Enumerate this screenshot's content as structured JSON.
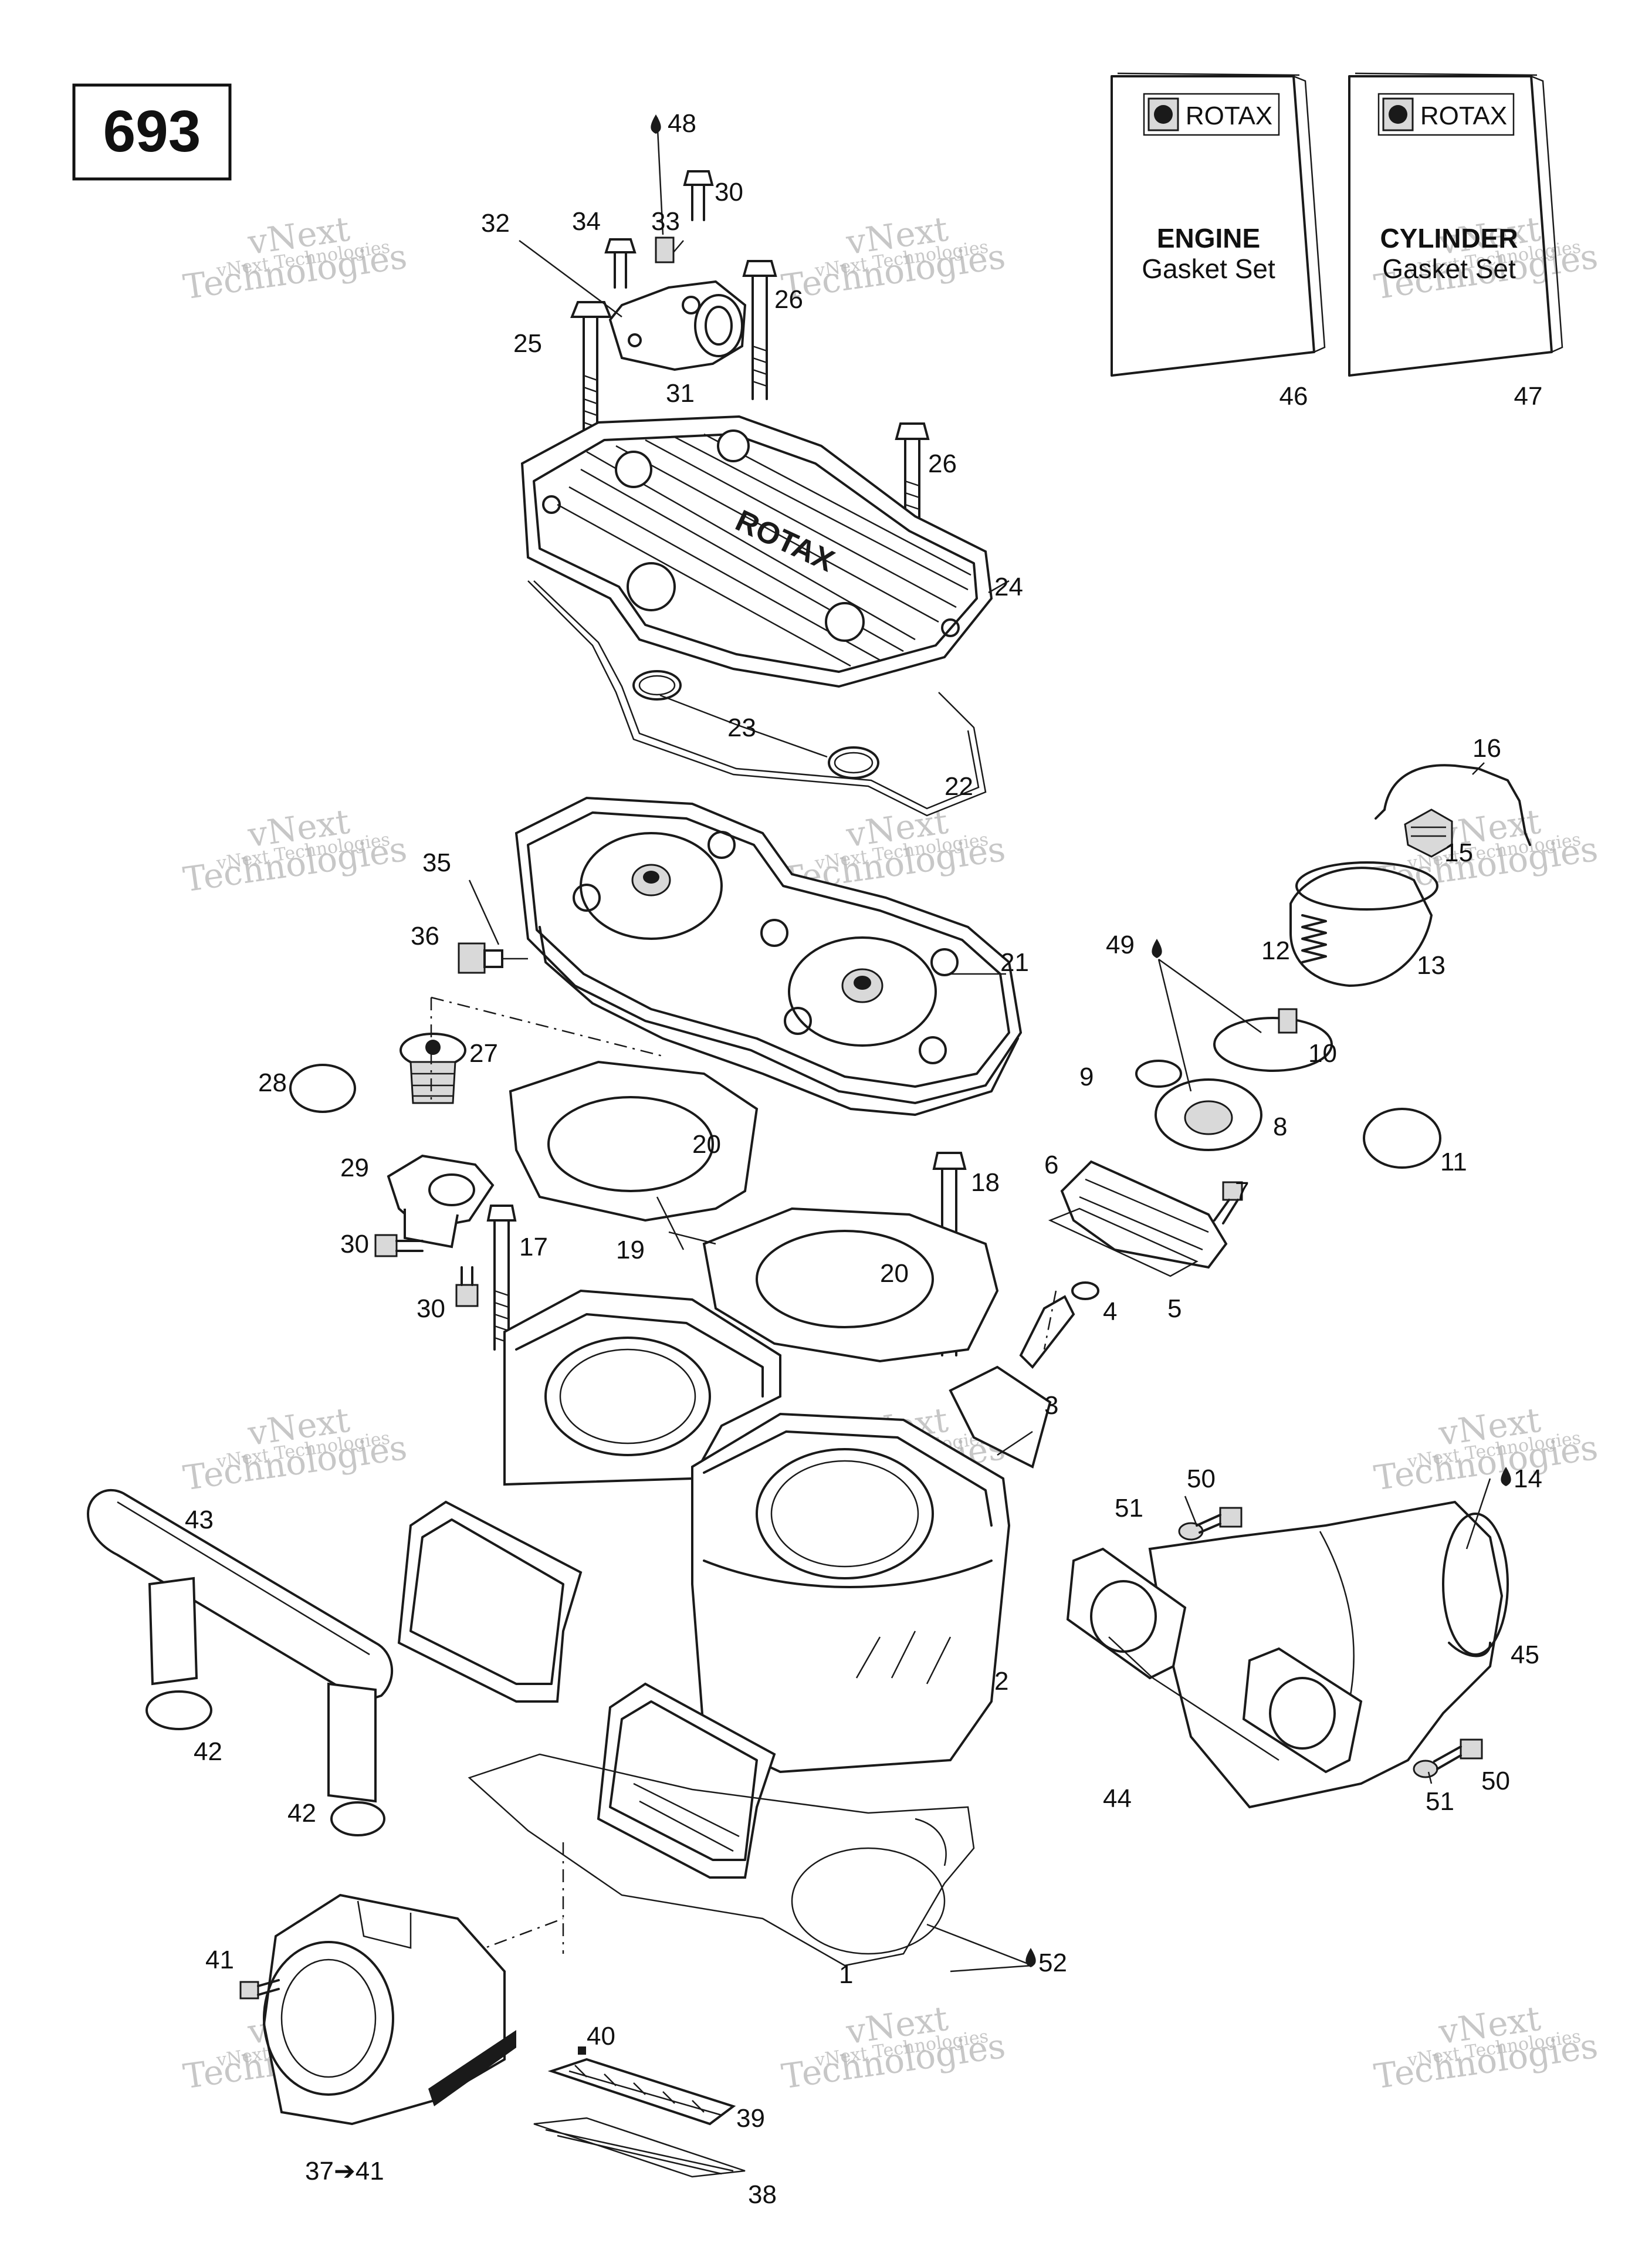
{
  "diagram_number": "693",
  "kits": [
    {
      "brand": "ROTAX",
      "title": "ENGINE",
      "subtitle": "Gasket Set",
      "number": "46"
    },
    {
      "brand": "ROTAX",
      "title": "CYLINDER",
      "subtitle": "Gasket Set",
      "number": "47"
    }
  ],
  "callouts": {
    "c1": "1",
    "c2": "2",
    "c3": "3",
    "c4": "4",
    "c5": "5",
    "c6": "6",
    "c7": "7",
    "c8": "8",
    "c9": "9",
    "c10": "10",
    "c11": "11",
    "c12": "12",
    "c13": "13",
    "c14": "14",
    "c15": "15",
    "c16": "16",
    "c17": "17",
    "c18": "18",
    "c19": "19",
    "c20a": "20",
    "c20b": "20",
    "c21": "21",
    "c22": "22",
    "c23": "23",
    "c24": "24",
    "c25": "25",
    "c26a": "26",
    "c26b": "26",
    "c27": "27",
    "c28": "28",
    "c29": "29",
    "c30a": "30",
    "c30b": "30",
    "c30c": "30",
    "c31": "31",
    "c32": "32",
    "c33": "33",
    "c34": "34",
    "c35": "35",
    "c36": "36",
    "c37": "37➔41",
    "c38": "38",
    "c39": "39",
    "c40": "40",
    "c41": "41",
    "c42a": "42",
    "c42b": "42",
    "c43": "43",
    "c44": "44",
    "c45": "45",
    "c48": "48",
    "c49": "49",
    "c50a": "50",
    "c50b": "50",
    "c51a": "51",
    "c51b": "51",
    "c52": "52"
  },
  "head_logo_text": "ROTAX",
  "watermark": {
    "line1": "vNext Technologies",
    "line2": "vNext",
    "line3": "Technologies"
  }
}
